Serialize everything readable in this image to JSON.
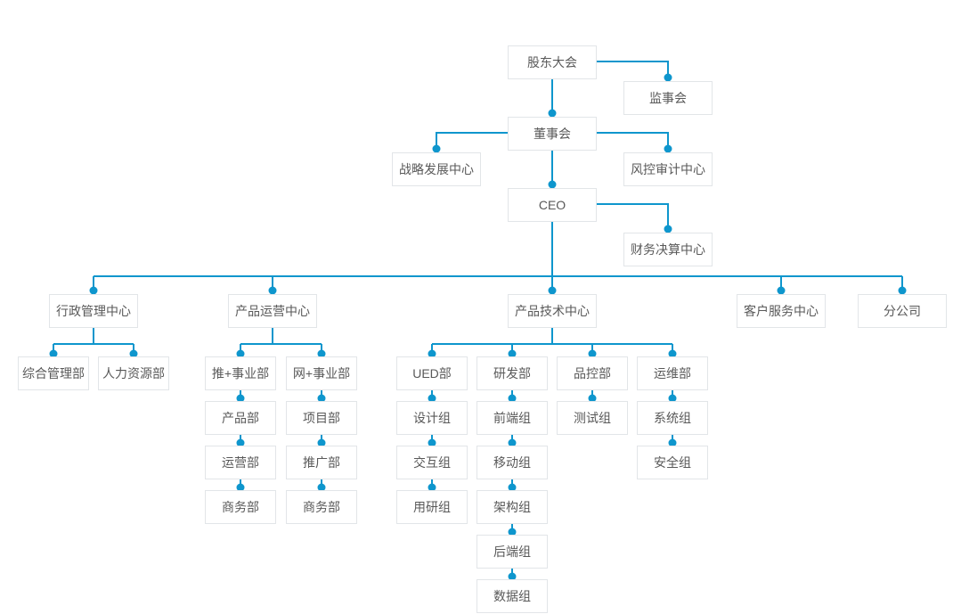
{
  "theme": {
    "accent_color": "#0E96CD",
    "node_border_color": "#E2E5E8",
    "node_bg_color": "#FFFFFF",
    "node_text_color": "#595959",
    "canvas_bg_color": "#FFFFFF"
  },
  "org": {
    "chart_type": "org-chart",
    "nodes": {
      "shareholders_meeting": {
        "label": "股东大会"
      },
      "supervisory_board": {
        "label": "监事会"
      },
      "board_of_directors": {
        "label": "董事会"
      },
      "strategy_center": {
        "label": "战略发展中心"
      },
      "risk_audit_center": {
        "label": "风控审计中心"
      },
      "ceo": {
        "label": "CEO"
      },
      "finance_center": {
        "label": "财务决算中心"
      },
      "admin_center": {
        "label": "行政管理中心"
      },
      "product_ops_center": {
        "label": "产品运营中心"
      },
      "product_tech_center": {
        "label": "产品技术中心"
      },
      "customer_service_center": {
        "label": "客户服务中心"
      },
      "branch_company": {
        "label": "分公司"
      },
      "general_admin_dept": {
        "label": "综合管理部"
      },
      "hr_dept": {
        "label": "人力资源部"
      },
      "tui_business_dept": {
        "label": "推+事业部"
      },
      "wang_business_dept": {
        "label": "网+事业部"
      },
      "product_dept": {
        "label": "产品部"
      },
      "operation_dept": {
        "label": "运营部"
      },
      "business_dept_tui": {
        "label": "商务部"
      },
      "project_dept": {
        "label": "项目部"
      },
      "promotion_dept": {
        "label": "推广部"
      },
      "business_dept_wang": {
        "label": "商务部"
      },
      "ued_dept": {
        "label": "UED部"
      },
      "rd_dept": {
        "label": "研发部"
      },
      "qc_dept": {
        "label": "品控部"
      },
      "ops_dept": {
        "label": "运维部"
      },
      "design_group": {
        "label": "设计组"
      },
      "interaction_group": {
        "label": "交互组"
      },
      "user_research_group": {
        "label": "用研组"
      },
      "frontend_group": {
        "label": "前端组"
      },
      "mobile_group": {
        "label": "移动组"
      },
      "architecture_group": {
        "label": "架构组"
      },
      "backend_group": {
        "label": "后端组"
      },
      "data_group": {
        "label": "数据组"
      },
      "testing_group": {
        "label": "测试组"
      },
      "system_group": {
        "label": "系统组"
      },
      "security_group": {
        "label": "安全组"
      }
    },
    "hierarchy": {
      "shareholders_meeting": [
        "supervisory_board",
        "board_of_directors"
      ],
      "board_of_directors": [
        "strategy_center",
        "risk_audit_center",
        "ceo"
      ],
      "ceo": [
        "finance_center",
        "admin_center",
        "product_ops_center",
        "product_tech_center",
        "customer_service_center",
        "branch_company"
      ],
      "admin_center": [
        "general_admin_dept",
        "hr_dept"
      ],
      "product_ops_center": [
        "tui_business_dept",
        "wang_business_dept"
      ],
      "tui_business_dept": [
        "product_dept"
      ],
      "product_dept": [
        "operation_dept"
      ],
      "operation_dept": [
        "business_dept_tui"
      ],
      "wang_business_dept": [
        "project_dept"
      ],
      "project_dept": [
        "promotion_dept"
      ],
      "promotion_dept": [
        "business_dept_wang"
      ],
      "product_tech_center": [
        "ued_dept",
        "rd_dept",
        "qc_dept",
        "ops_dept"
      ],
      "ued_dept": [
        "design_group"
      ],
      "design_group": [
        "interaction_group"
      ],
      "interaction_group": [
        "user_research_group"
      ],
      "rd_dept": [
        "frontend_group"
      ],
      "frontend_group": [
        "mobile_group"
      ],
      "mobile_group": [
        "architecture_group"
      ],
      "architecture_group": [
        "backend_group"
      ],
      "backend_group": [
        "data_group"
      ],
      "qc_dept": [
        "testing_group"
      ],
      "ops_dept": [
        "system_group"
      ],
      "system_group": [
        "security_group"
      ]
    }
  }
}
